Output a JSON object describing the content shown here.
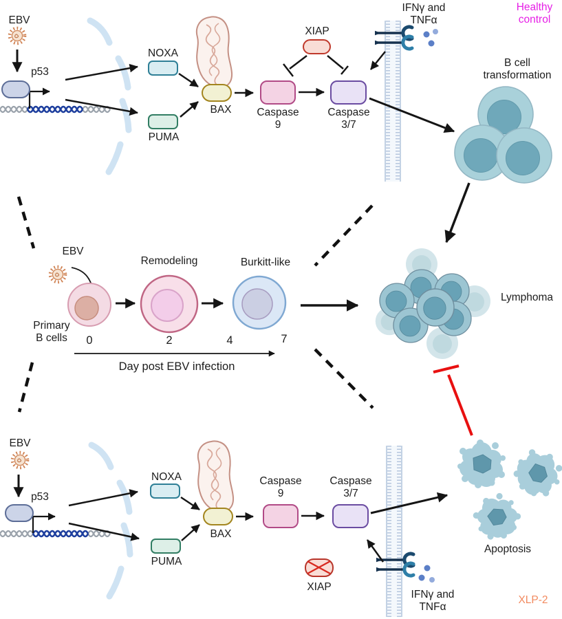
{
  "figure": {
    "type": "pathway-diagram",
    "subject": "EBV infection outcome in healthy control vs XLP-2"
  },
  "colors": {
    "healthy_control_text": "#E620E6",
    "xlp2_text": "#F28A5F",
    "inhibition_red": "#E81010",
    "virus_orange": "#CF8050",
    "p53_fill": "#CCD4E8",
    "p53_border": "#5C6D97",
    "noxa_fill": "#D9EDF2",
    "noxa_border": "#2E7F96",
    "puma_fill": "#DDEFE7",
    "puma_border": "#317D63",
    "bax_fill": "#F2F1D3",
    "bax_border": "#A3851E",
    "caspase9_fill": "#F4D3E4",
    "caspase9_border": "#B14A86",
    "caspase37_fill": "#E9E2F6",
    "caspase37_border": "#6A4BA1",
    "xiap_fill": "#F9DDD6",
    "xiap_border": "#C0392B",
    "cell_teal": "#A9D1DA",
    "nucleus_teal": "#6FA8BA",
    "dna_blue": "#1E3F9E",
    "dna_gray": "#9AA2AB"
  },
  "top_pathway": {
    "condition": "Healthy control",
    "ebv": "EBV",
    "p53": "p53",
    "noxa": "NOXA",
    "puma": "PUMA",
    "bax": "BAX",
    "caspase9": "Caspase 9",
    "caspase37": "Caspase 3/7",
    "xiap": "XIAP",
    "cytokines": "IFNγ and TNFα",
    "outcome": "B cell transformation"
  },
  "timeline": {
    "ebv": "EBV",
    "primary": "Primary B cells",
    "remodeling": "Remodeling",
    "burkitt": "Burkitt-like",
    "ticks": [
      "0",
      "2",
      "4",
      "7"
    ],
    "axis": "Day post EBV infection",
    "outcome": "Lymphoma"
  },
  "bottom_pathway": {
    "condition": "XLP-2",
    "ebv": "EBV",
    "p53": "p53",
    "noxa": "NOXA",
    "puma": "PUMA",
    "bax": "BAX",
    "caspase9": "Caspase 9",
    "caspase37": "Caspase 3/7",
    "xiap": "XIAP",
    "cytokines": "IFNγ and TNFα",
    "outcome": "Apoptosis"
  }
}
